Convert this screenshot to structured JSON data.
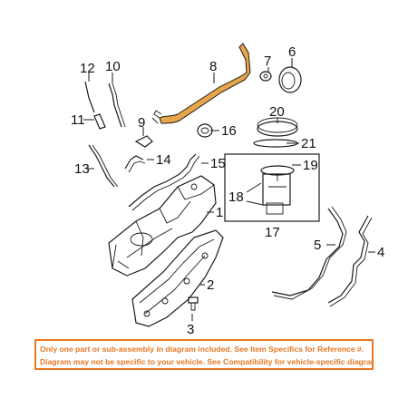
{
  "diagram": {
    "labels": {
      "c1": "1",
      "c2": "2",
      "c3": "3",
      "c4": "4",
      "c5": "5",
      "c6": "6",
      "c7": "7",
      "c8": "8",
      "c9": "9",
      "c10": "10",
      "c11": "11",
      "c12": "12",
      "c13": "13",
      "c14": "14",
      "c15": "15",
      "c16": "16",
      "c17": "17",
      "c18": "18",
      "c19": "19",
      "c20": "20",
      "c21": "21"
    }
  },
  "notice": {
    "line1": "Only one part or sub-assembly in diagram included. See Item Specifics for Reference #.",
    "line2": "Diagram may not be specific to your vehicle. See Compatibility for vehicle-specific diagrams."
  },
  "colors": {
    "accent": "#e87722",
    "highlight": "#e8a64a",
    "line": "#1a1a1a"
  }
}
